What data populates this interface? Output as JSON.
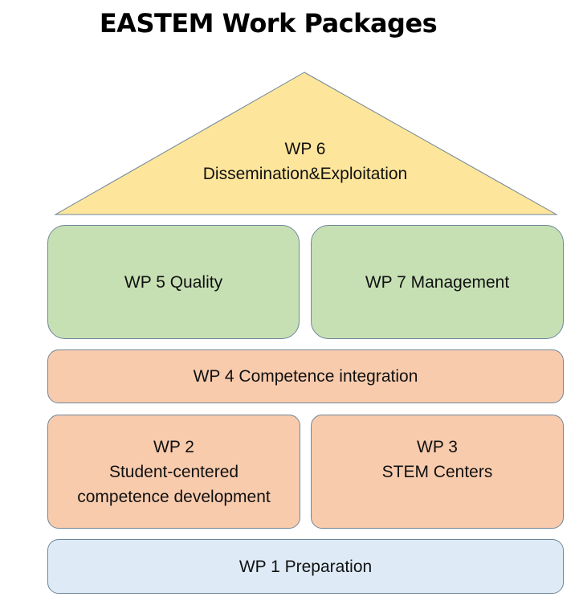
{
  "title": "EASTEM Work Packages",
  "colors": {
    "roof": "#fde59b",
    "green": "#c6e0b4",
    "salmon": "#f8cbad",
    "blue": "#deebf7",
    "border": "#6f8699"
  },
  "roof": {
    "line1": "WP 6",
    "line2": "Dissemination&Exploitation"
  },
  "wp5": "WP 5 Quality",
  "wp7": "WP 7 Management",
  "wp4": "WP 4 Competence integration",
  "wp2": {
    "line1": "WP 2",
    "line2": "Student-centered",
    "line3": "competence development"
  },
  "wp3": {
    "line1": "WP 3",
    "line2": "STEM Centers"
  },
  "wp1": "WP 1 Preparation"
}
